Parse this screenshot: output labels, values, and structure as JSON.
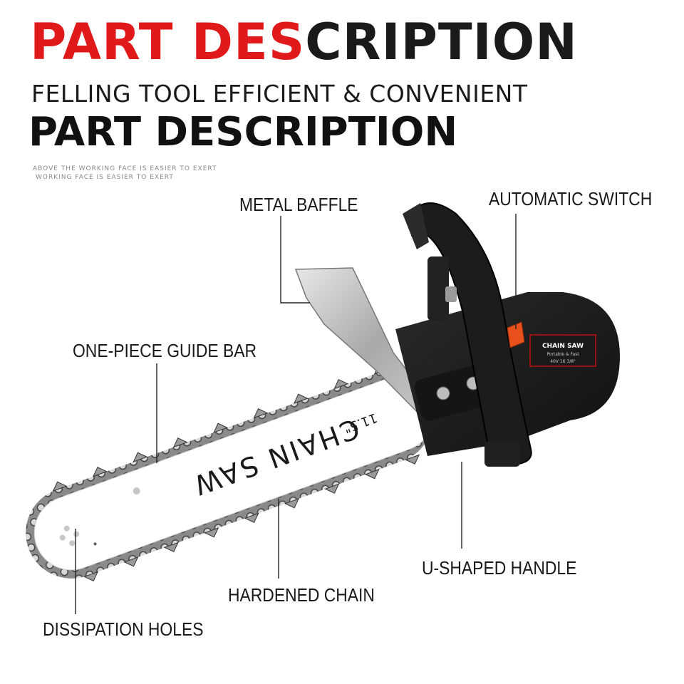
{
  "header": {
    "title_red": "PART DES",
    "title_dark": "CRIPTION",
    "subtitle": "FELLING TOOL EFFICIENT & CONVENIENT",
    "title_secondary": "PART DESCRIPTION",
    "tagline_1": "ABOVE THE WORKING FACE IS EASIER TO EXERT",
    "tagline_2": "WORKING FACE IS EASIER TO EXERT"
  },
  "labels": {
    "metal_baffle": "METAL BAFFLE",
    "automatic_switch": "AUTOMATIC SWITCH",
    "guide_bar": "ONE-PIECE GUIDE BAR",
    "u_handle": "U-SHAPED HANDLE",
    "hardened_chain": "HARDENED CHAIN",
    "dissipation_holes": "DISSIPATION HOLES"
  },
  "product": {
    "bar_text": "CHAIN SAW",
    "bar_size": "11.5\"",
    "badge_title": "CHAIN SAW",
    "badge_sub": "Portable & Fast",
    "badge_spec": "40V  16  3/8\""
  },
  "colors": {
    "accent_red": "#e01a1a",
    "switch_orange": "#e8501c",
    "body_black": "#1c1c1c"
  }
}
